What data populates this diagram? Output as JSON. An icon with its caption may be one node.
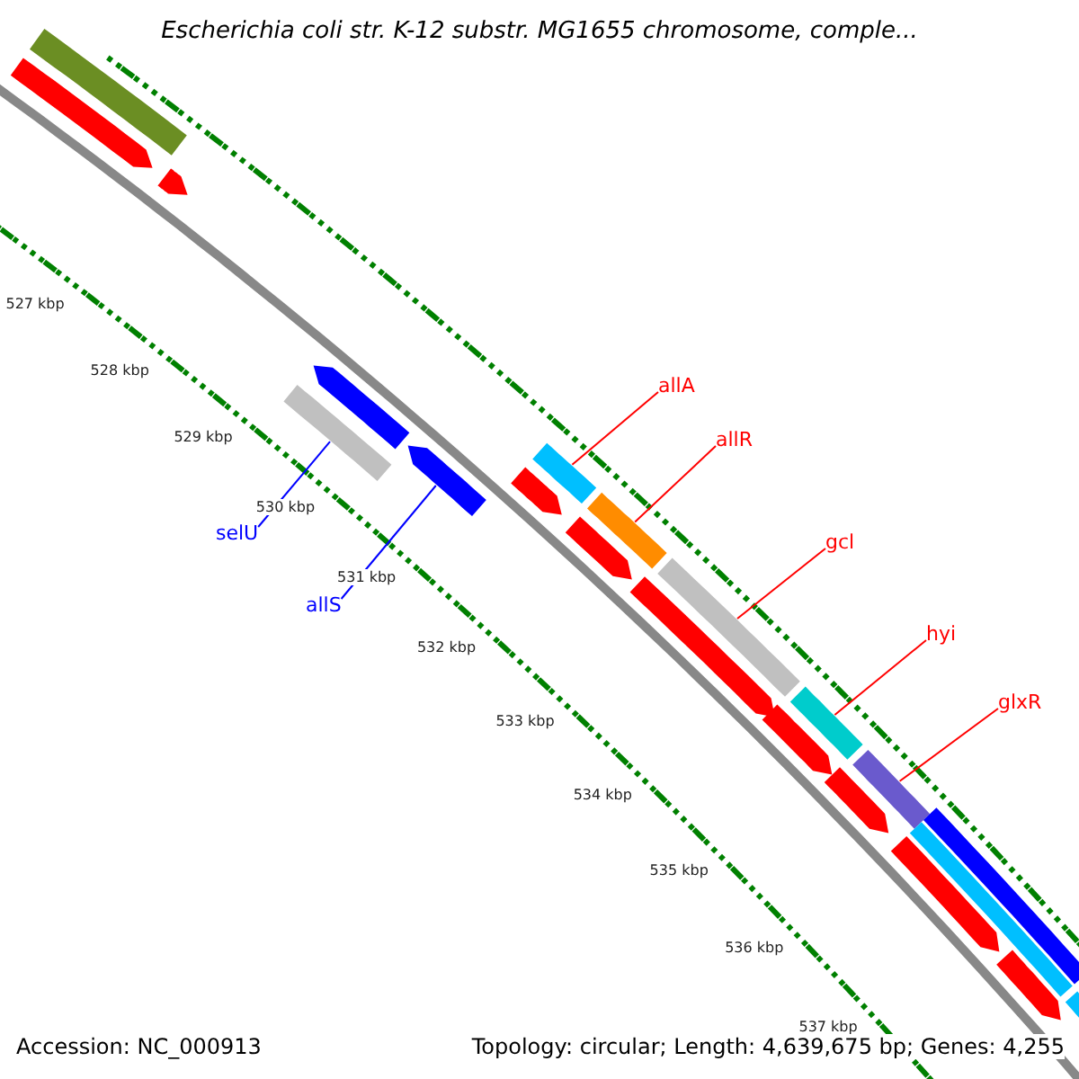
{
  "diagram": {
    "title": "Escherichia coli str. K-12 substr. MG1655 chromosome, comple...",
    "nodes": [
      {
        "text": [
          "allA"
        ]
      },
      {
        "text": [
          "allR"
        ]
      },
      {
        "text": [
          "selU"
        ]
      },
      {
        "text": [
          "gcl"
        ]
      },
      {
        "text": [
          "allS"
        ]
      },
      {
        "text": [
          "hyi"
        ]
      },
      {
        "text": [
          "glxR"
        ]
      },
      {
        "text": [],
        "shape": "bar"
      },
      {
        "text": [],
        "shape": "bar"
      },
      {
        "text": [],
        "shape": "bar"
      },
      {
        "text": [],
        "shape": "bar"
      },
      {
        "text": [],
        "shape": "bar"
      },
      {
        "text": [],
        "shape": "bar"
      },
      {
        "text": [],
        "shape": "bar"
      },
      {
        "text": [],
        "shape": "bar"
      },
      {
        "text": [],
        "shape": "bar"
      },
      {
        "text": [],
        "shape": "bar"
      },
      {
        "text": [],
        "shape": "bar"
      },
      {
        "text": [],
        "shape": "bar"
      },
      {
        "text": [],
        "shape": "bar"
      },
      {
        "text": [],
        "shape": "bar"
      },
      {
        "text": [],
        "shape": "bar"
      },
      {
        "text": [],
        "shape": "bar"
      },
      {
        "text": [],
        "shape": "bar"
      },
      {
        "text": [],
        "shape": "bar"
      },
      {
        "text": [],
        "shape": "bar"
      },
      {
        "text": [],
        "shape": "bar"
      },
      {
        "text": [],
        "shape": "bar"
      }
    ],
    "edges": [
      {
        "from": 0,
        "to": 9,
        "arrow": "none"
      },
      {
        "from": 1,
        "to": 10,
        "arrow": "none"
      },
      {
        "from": 2,
        "to": 7,
        "arrow": "none",
        "color": "#0000ff"
      },
      {
        "from": 3,
        "to": 11,
        "arrow": "none"
      },
      {
        "from": 4,
        "to": 8,
        "arrow": "none",
        "color": "#0000ff"
      },
      {
        "from": 5,
        "to": 12,
        "arrow": "none"
      },
      {
        "from": 6,
        "to": 13,
        "arrow": "none"
      }
    ],
    "labels": [
      "527 kbp",
      "528 kbp",
      "529 kbp",
      "530 kbp",
      "531 kbp",
      "532 kbp",
      "533 kbp",
      "534 kbp",
      "535 kbp",
      "536 kbp",
      "537 kbp",
      "Accession: NC_000913",
      "Topology: circular; Length: 4,639,675 bp; Genes: 4,255"
    ]
  }
}
